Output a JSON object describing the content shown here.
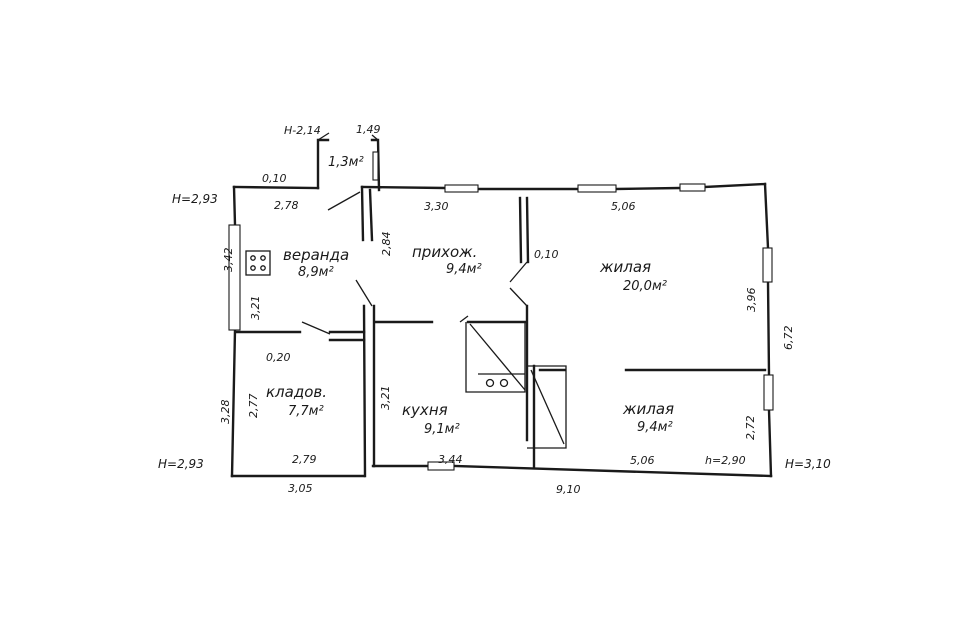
{
  "plan": {
    "rooms": {
      "veranda": {
        "name": "веранда",
        "area": "8,9м²"
      },
      "hall": {
        "name": "прихож.",
        "area": "9,4м²"
      },
      "living_large": {
        "name": "жилая",
        "area": "20,0м²"
      },
      "pantry": {
        "name": "кладов.",
        "area": "7,7м²"
      },
      "kitchen": {
        "name": "кухня",
        "area": "9,1м²"
      },
      "living_small": {
        "name": "жилая",
        "area": "9,4м²"
      },
      "porch": {
        "area": "1,3м²"
      }
    },
    "dimensions": {
      "porch_height": "Н-2,14",
      "porch_width": "1,49",
      "veranda_top_small": "0,10",
      "veranda_top": "2,78",
      "hall_top": "3,30",
      "living_top": "5,06",
      "veranda_left": "3,42",
      "veranda_inner_left": "3,21",
      "veranda_right": "2,84",
      "hall_partition": "0,10",
      "living_right": "3,96",
      "house_right": "6,72",
      "partition": "0,20",
      "pantry_left": "3,28",
      "pantry_inner_left": "2,77",
      "kitchen_left": "3,21",
      "living_small_right": "2,72",
      "pantry_bottom": "2,79",
      "kitchen_bottom": "3,44",
      "living_small_bottom": "5,06",
      "room_height": "h=2,90",
      "veranda_outer_bottom": "3,05",
      "house_bottom": "9,10"
    },
    "heights": {
      "veranda_top_left": "Н=2,93",
      "pantry_bottom_left": "Н=2,93",
      "house_right": "Н=3,10"
    }
  }
}
